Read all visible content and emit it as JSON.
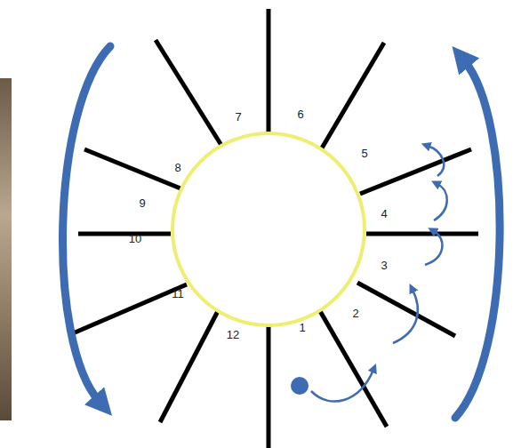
{
  "diagram": {
    "labels": [
      "7",
      "6",
      "8",
      "5",
      "9",
      "4",
      "10",
      "3",
      "11",
      "2",
      "12",
      "1"
    ]
  }
}
